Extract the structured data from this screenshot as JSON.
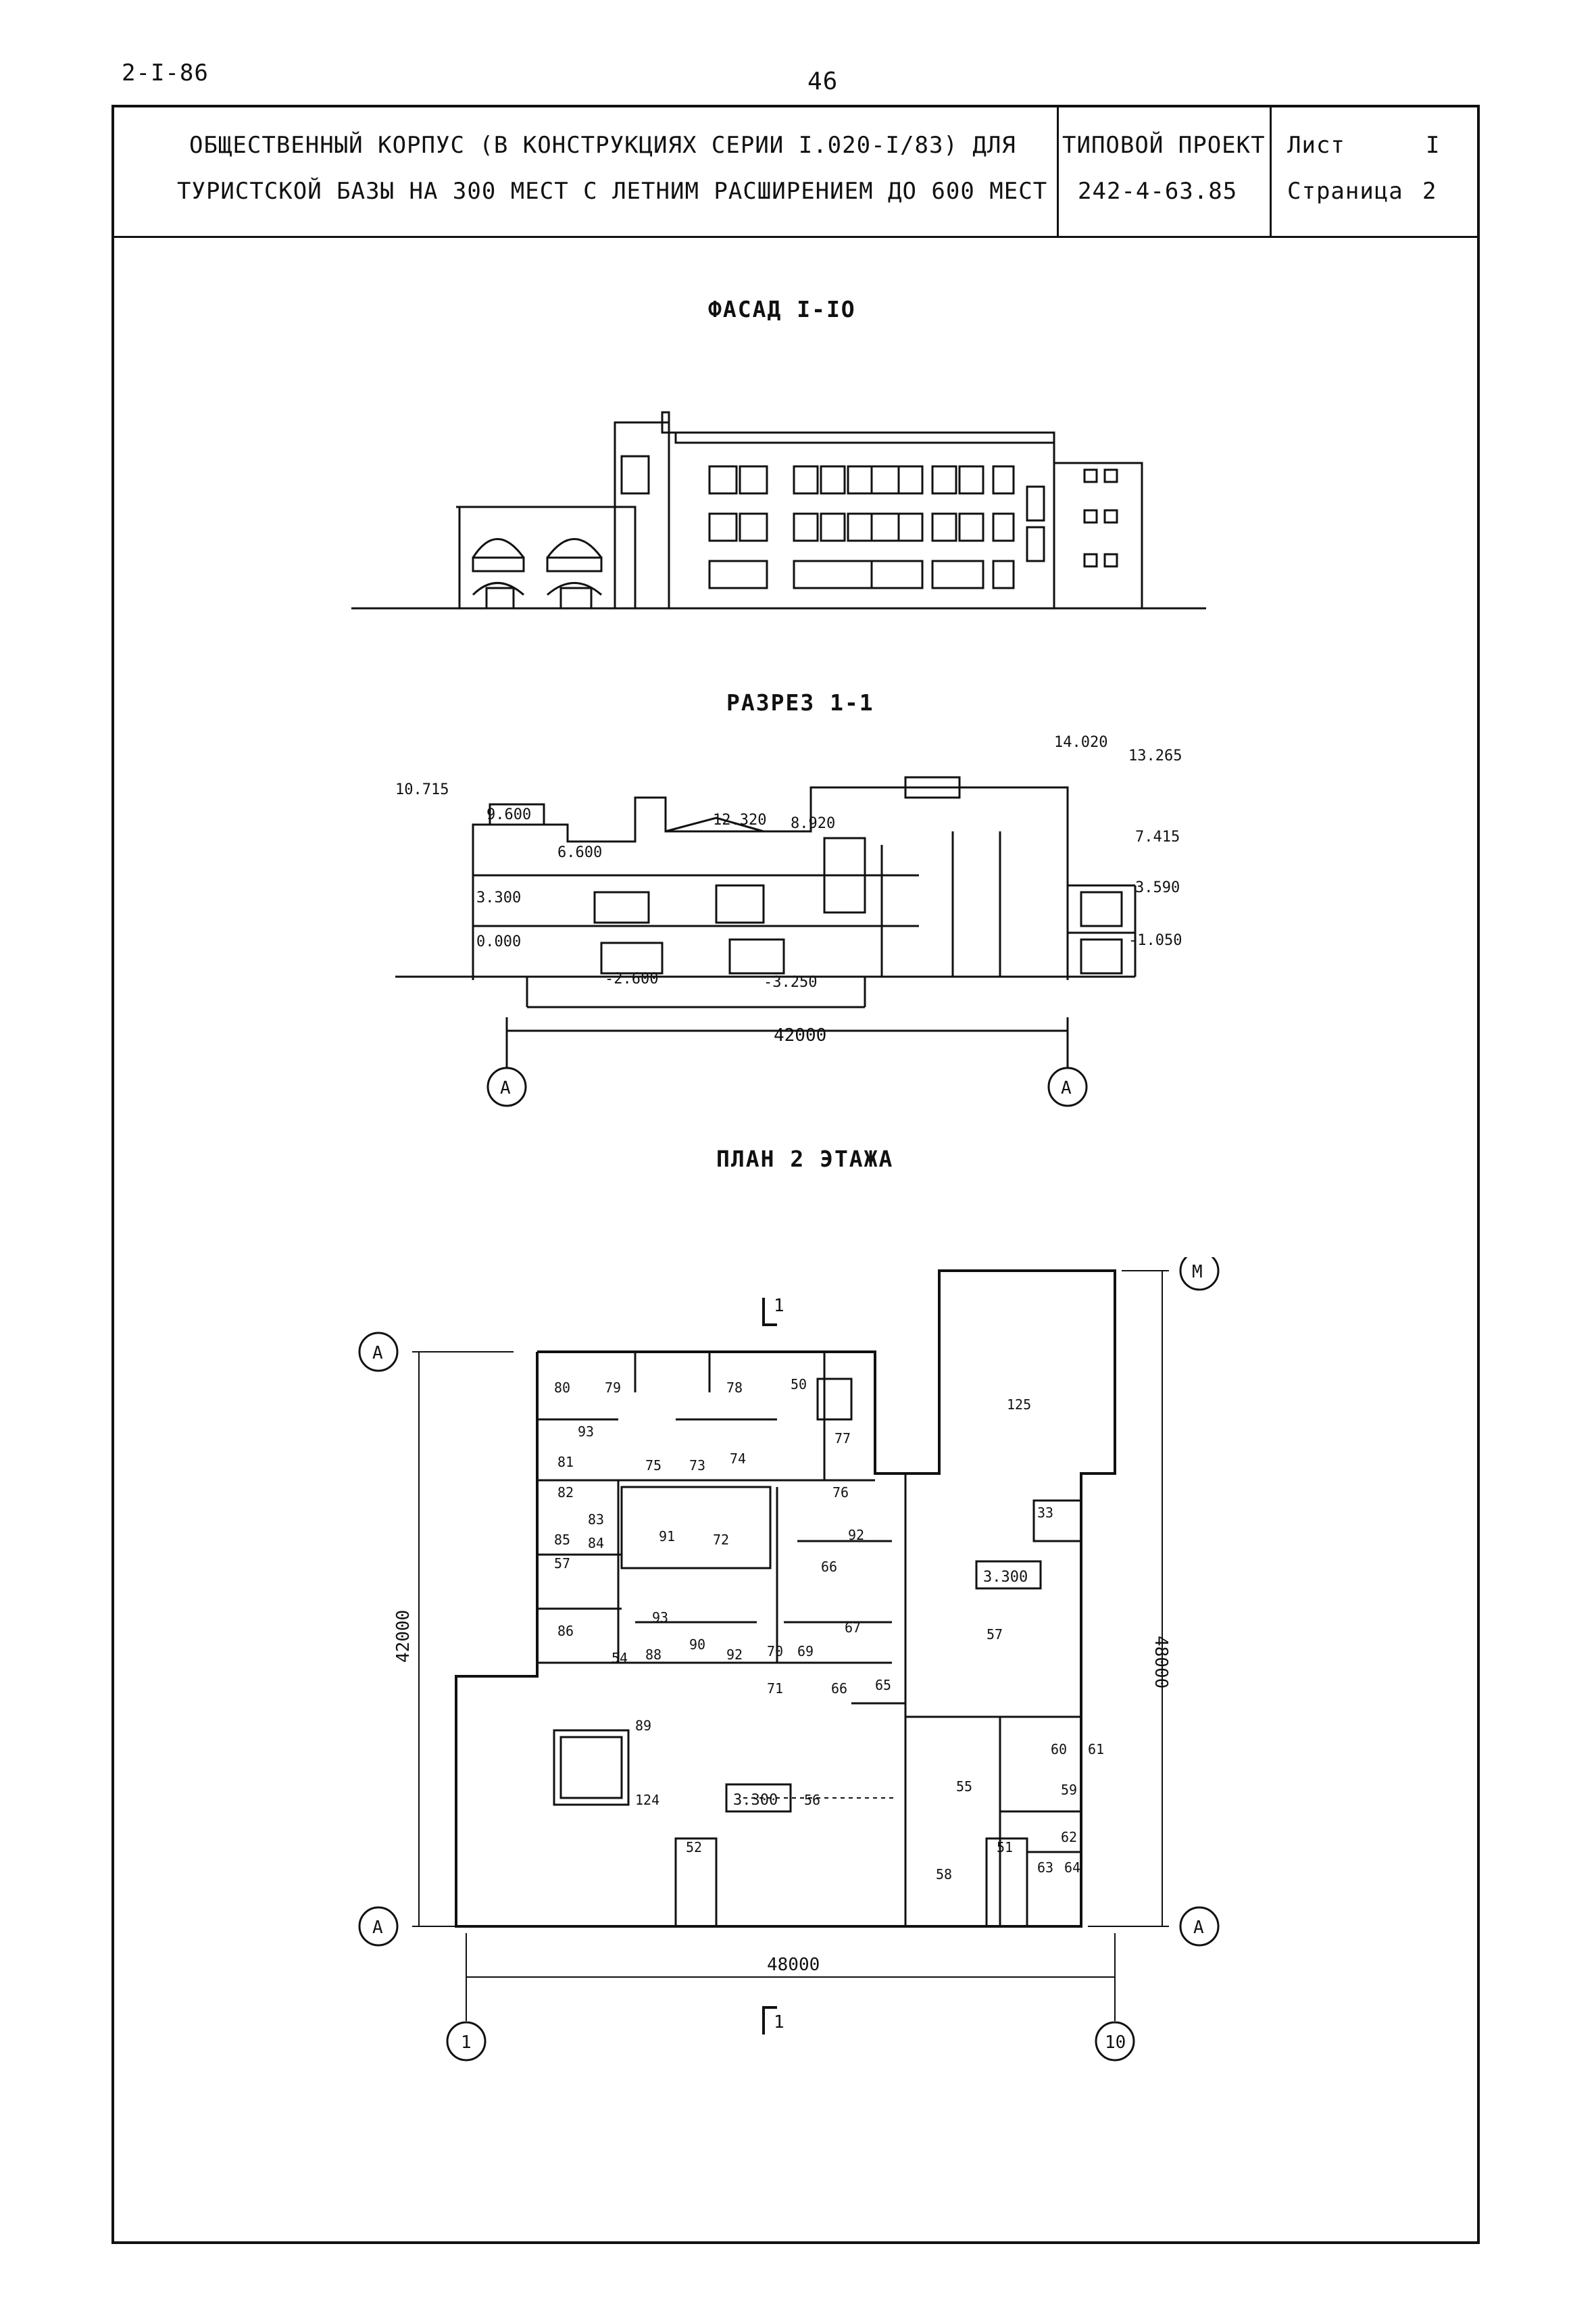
{
  "page": {
    "doc_code": "2-I-86",
    "page_number": "46"
  },
  "title_block": {
    "title_line1": "ОБЩЕСТВЕННЫЙ КОРПУС (В КОНСТРУКЦИЯХ СЕРИИ I.020-I/83) ДЛЯ",
    "title_line2": "ТУРИСТСКОЙ БАЗЫ НА 300 МЕСТ С ЛЕТНИМ РАСШИРЕНИЕМ ДО 600 МЕСТ",
    "project_label": "ТИПОВОЙ ПРОЕКТ",
    "project_number": "242-4-63.85",
    "sheet_label": "Лист",
    "sheet_value": "I",
    "page_label": "Страница",
    "page_value": "2"
  },
  "facade": {
    "title": "ФАСАД I-IO"
  },
  "section": {
    "title": "РАЗРЕЗ 1-1",
    "elevations": [
      "10.715",
      "9.600",
      "6.600",
      "12.320",
      "8.920",
      "14.020",
      "13.265",
      "7.415",
      "3.590",
      "-1.050",
      "3.300",
      "0.000",
      "-2.600",
      "-3.250"
    ],
    "dimension": "42000",
    "axis_left": "A",
    "axis_right": "A"
  },
  "plan": {
    "title": "ПЛАН 2 ЭТАЖА",
    "dimension_bottom": "48000",
    "dimension_left": "42000",
    "dimension_right": "48000",
    "axis_top_left": "A",
    "axis_bottom_left": "A",
    "axis_bottom_right": "A",
    "axis_top_right": "M",
    "axis_bottom_1": "1",
    "axis_bottom_10": "10",
    "cut_label": "1",
    "level_1": "3.300",
    "level_2": "3.300",
    "room_numbers": [
      "80",
      "79",
      "78",
      "50",
      "93",
      "77",
      "81",
      "75",
      "73",
      "74",
      "82",
      "76",
      "83",
      "85",
      "84",
      "91",
      "72",
      "92",
      "57",
      "66",
      "86",
      "93",
      "88",
      "90",
      "92",
      "70",
      "69",
      "67",
      "54",
      "71",
      "66",
      "65",
      "89",
      "125",
      "33",
      "57",
      "60",
      "61",
      "59",
      "124",
      "56",
      "55",
      "62",
      "52",
      "58",
      "51",
      "63",
      "64"
    ]
  }
}
